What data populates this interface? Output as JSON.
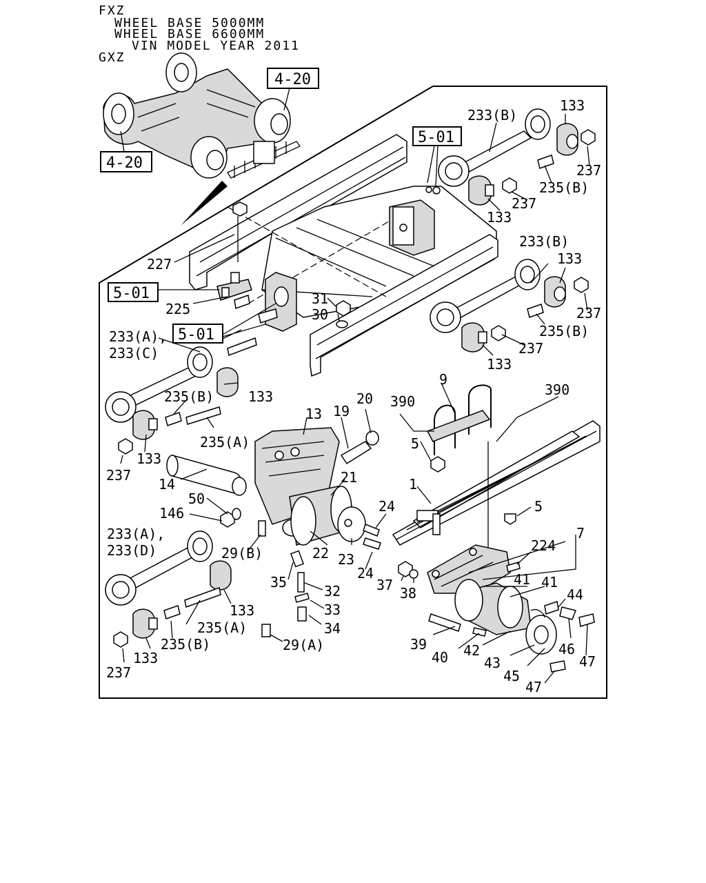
{
  "header": {
    "line1": "FXZ",
    "line2": "WHEEL BASE 5000MM",
    "line3": "WHEEL BASE 6600MM",
    "line4": "VIN MODEL YEAR 2011",
    "line5": "GXZ"
  },
  "refs": {
    "r1": "4-20",
    "r2": "4-20",
    "r3": "5-01",
    "r4": "5-01",
    "r5": "5-01"
  },
  "labels": {
    "l1": "233(B)",
    "l2": "133",
    "l3": "237",
    "l4": "235(B)",
    "l5": "237",
    "l6": "133",
    "l7": "227",
    "l8": "225",
    "l9": "31",
    "l10": "30",
    "l11": "233(B)",
    "l12": "133",
    "l13": "237",
    "l14": "235(B)",
    "l15": "237",
    "l16": "133",
    "l17": "233(A),",
    "l18": "233(C)",
    "l19": "235(B)",
    "l20": "133",
    "l21": "235(A)",
    "l22": "133",
    "l23": "237",
    "l24": "13",
    "l25": "19",
    "l26": "20",
    "l27": "9",
    "l28": "390",
    "l29": "390",
    "l30": "5",
    "l31": "14",
    "l32": "50",
    "l33": "146",
    "l34": "21",
    "l35": "1",
    "l36": "24",
    "l37": "5",
    "l38": "233(A),",
    "l39": "233(D)",
    "l40": "29(B)",
    "l41": "22",
    "l42": "23",
    "l43": "24",
    "l44": "7",
    "l45": "224",
    "l46": "35",
    "l47": "32",
    "l48": "33",
    "l49": "34",
    "l50": "29(A)",
    "l51": "37",
    "l52": "38",
    "l53": "41",
    "l54": "41",
    "l55": "44",
    "l56": "133",
    "l57": "235(A)",
    "l58": "235(B)",
    "l59": "133",
    "l60": "237",
    "l61": "39",
    "l62": "40",
    "l63": "42",
    "l64": "43",
    "l65": "45",
    "l66": "46",
    "l67": "47",
    "l68": "47"
  },
  "icons": [
    "axle-assembly-icon",
    "frame-rail-icon",
    "torque-rod-icon",
    "leaf-spring-icon",
    "u-bolt-icon",
    "bracket-icon",
    "bushing-icon",
    "bolt-icon",
    "nut-icon"
  ]
}
